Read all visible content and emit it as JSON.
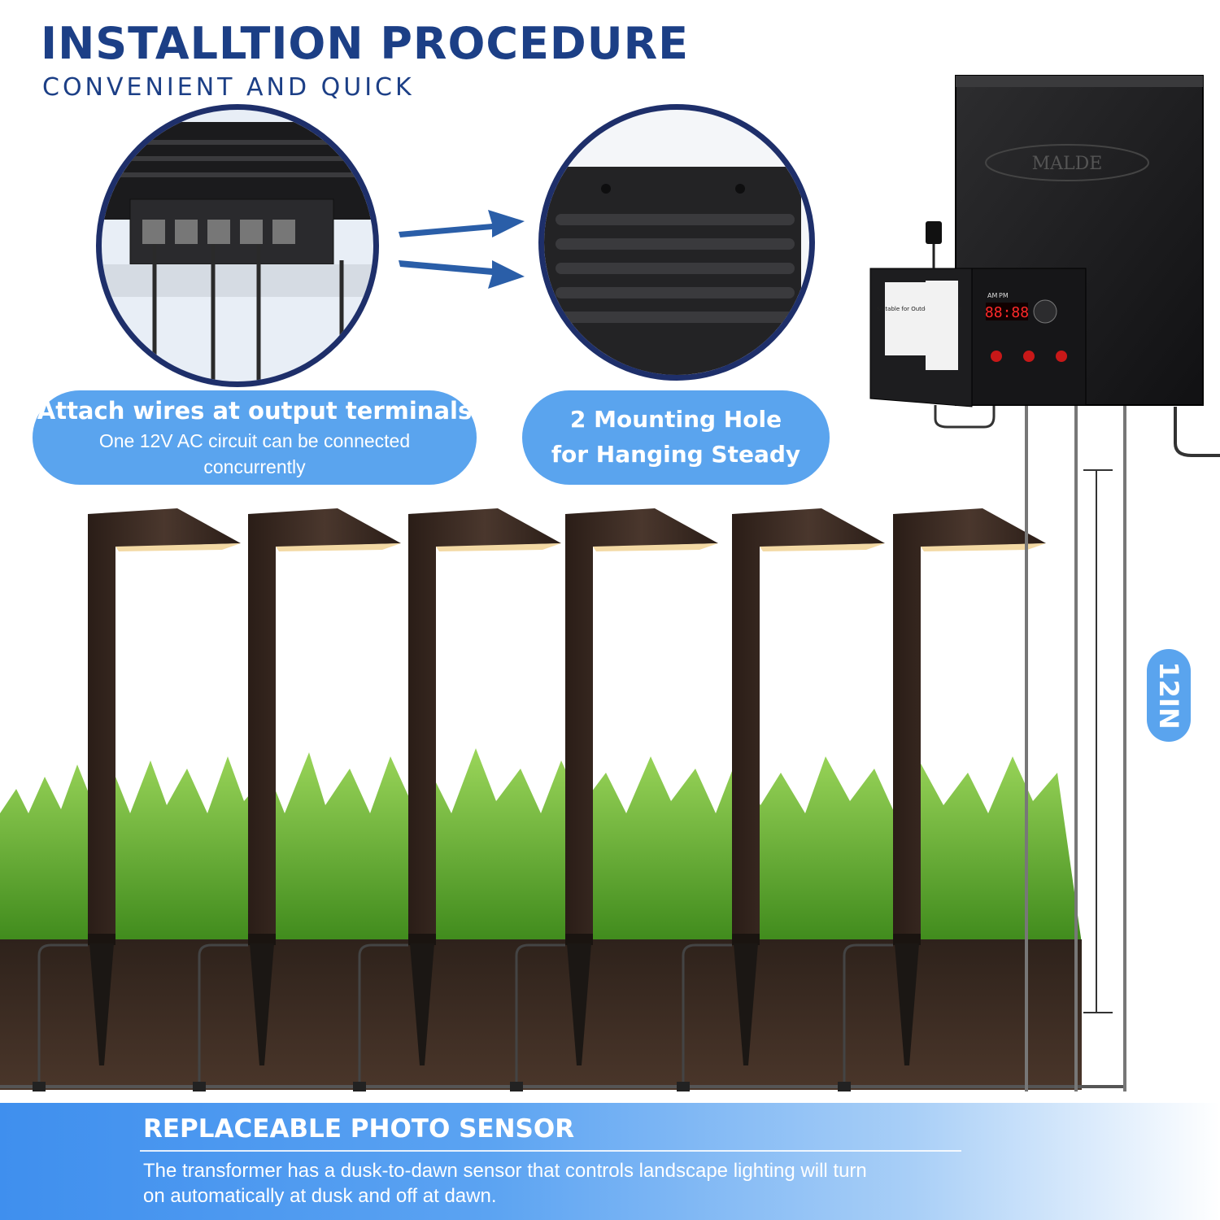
{
  "header": {
    "title": "INSTALLTION PROCEDURE",
    "subtitle": "CONVENIENT AND QUICK"
  },
  "callouts": [
    {
      "heading": "Attach wires at output terminals",
      "body": "One 12V AC circuit can be connected concurrently"
    },
    {
      "heading_line1": "2 Mounting Hole",
      "heading_line2": "for Hanging Steady"
    }
  ],
  "measurement": {
    "label": "12IN"
  },
  "sensor_banner": {
    "title": "REPLACEABLE PHOTO SENSOR",
    "description": "The transformer has a dusk-to-dawn sensor that controls landscape lighting will turn on automatically at dusk and off at dawn."
  },
  "transformer": {
    "brand": "MALDE",
    "panel_text": "Suitable for Outdoor Use Only",
    "mode_labels": [
      "AM",
      "PM"
    ]
  },
  "colors": {
    "navy": "#1c3f86",
    "accent_blue": "#5aa4ee",
    "soil": "#3d2c22",
    "grass": "#5fae2c",
    "fixture_bronze": "#3b2a22"
  },
  "icons": [
    "arrow-right-icon",
    "photo-sensor-icon"
  ]
}
